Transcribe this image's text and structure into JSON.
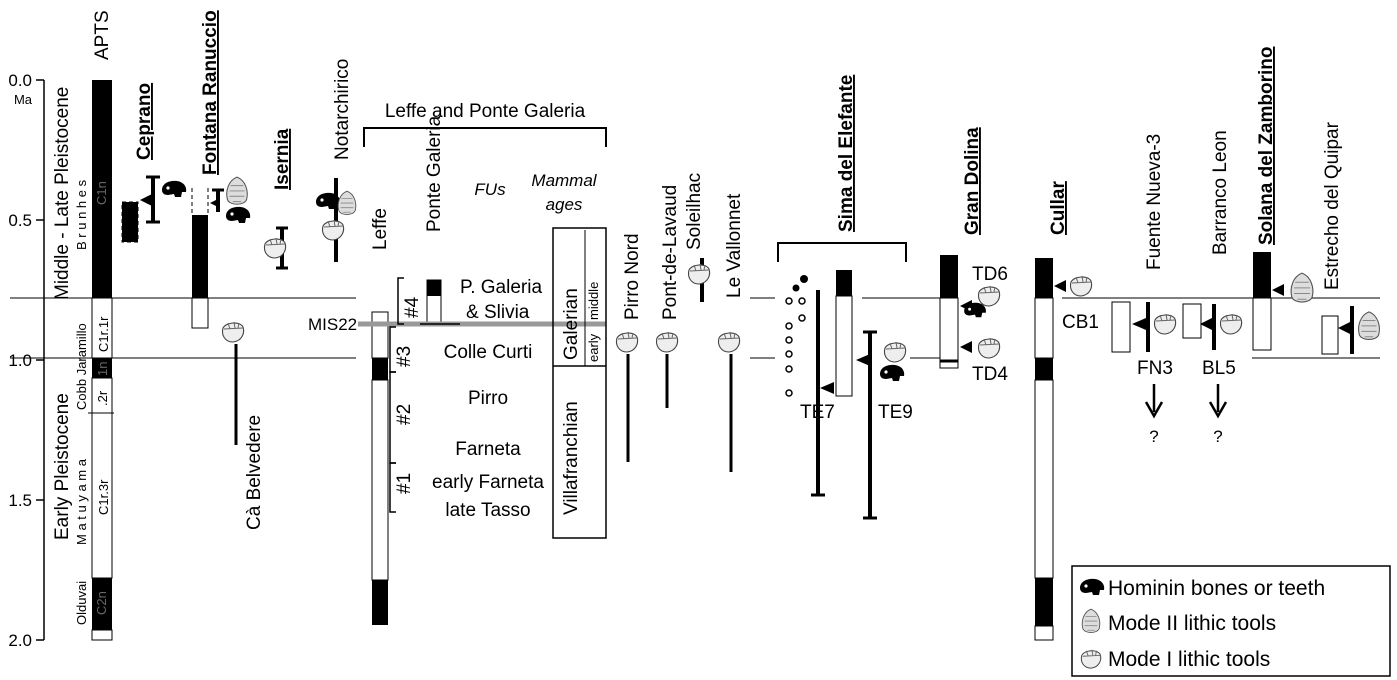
{
  "axis": {
    "unit": "Ma",
    "ticks": [
      "0.0",
      "0.5",
      "1.0",
      "1.5",
      "2.0"
    ]
  },
  "left": {
    "apts": "APTS",
    "middle_late": "Middle - Late Pleistocene",
    "early": "Early Pleistocene",
    "brunhes": "B r u n h e s",
    "matuyama": "M a t u y a m a",
    "cobb_jaramillo": "Cobb Jaramillo",
    "olduvai": "Olduvai",
    "c1n": "C1n",
    "c1r1r": "C1r.1r",
    "c1r1n": "1n",
    "c1r2r": ".2r",
    "c1r3r": "C1r.3r",
    "c2n": "C2n"
  },
  "sites": {
    "ceprano": "Ceprano",
    "fontana": "Fontana Ranuccio",
    "isernia": "Isernia",
    "notarchirico": "Notarchirico",
    "ca_belvedere": "Cà Belvedere",
    "leffe_group": "Leffe and Ponte Galeria",
    "leffe": "Leffe",
    "ponte_galeria": "Ponte Galeria",
    "fus": "FUs",
    "mammal_ages": "Mammal\nages",
    "mis22": "MIS22",
    "galerian": "Galerian",
    "early": "early",
    "middle": "middle",
    "villafranchian": "Villafranchian",
    "pirro_nord": "Pirro Nord",
    "pont_de_lavaud": "Pont-de-Lavaud",
    "soleilhac": "Soleilhac",
    "le_vallonnet": "Le Vallonnet",
    "sima": "Sima del Elefante",
    "te7": "TE7",
    "te9": "TE9",
    "gran_dolina": "Gran Dolina",
    "td6": "TD6",
    "td4": "TD4",
    "cullar": "Cullar",
    "cb1": "CB1",
    "fuente_nueva": "Fuente Nueva-3",
    "fn3": "FN3",
    "barranco_leon": "Barranco Leon",
    "bl5": "BL5",
    "solana": "Solana del Zamborino",
    "estrecho": "Estrecho del Quipar",
    "q1": "?",
    "q2": "?"
  },
  "fu": {
    "n4": "#4",
    "n3": "#3",
    "n2": "#2",
    "n1": "#1",
    "pgaleria": "P. Galeria",
    "slivia": "& Slivia",
    "colle": "Colle Curti",
    "pirro": "Pirro",
    "farneta": "Farneta",
    "early_farneta": "early Farneta",
    "late_tasso": "late Tasso"
  },
  "legend": {
    "items": [
      {
        "label": "Hominin bones or teeth",
        "icon": "skull-icon"
      },
      {
        "label": "Mode II lithic tools",
        "icon": "handaxe-icon"
      },
      {
        "label": "Mode I lithic tools",
        "icon": "chopper-icon"
      }
    ]
  }
}
